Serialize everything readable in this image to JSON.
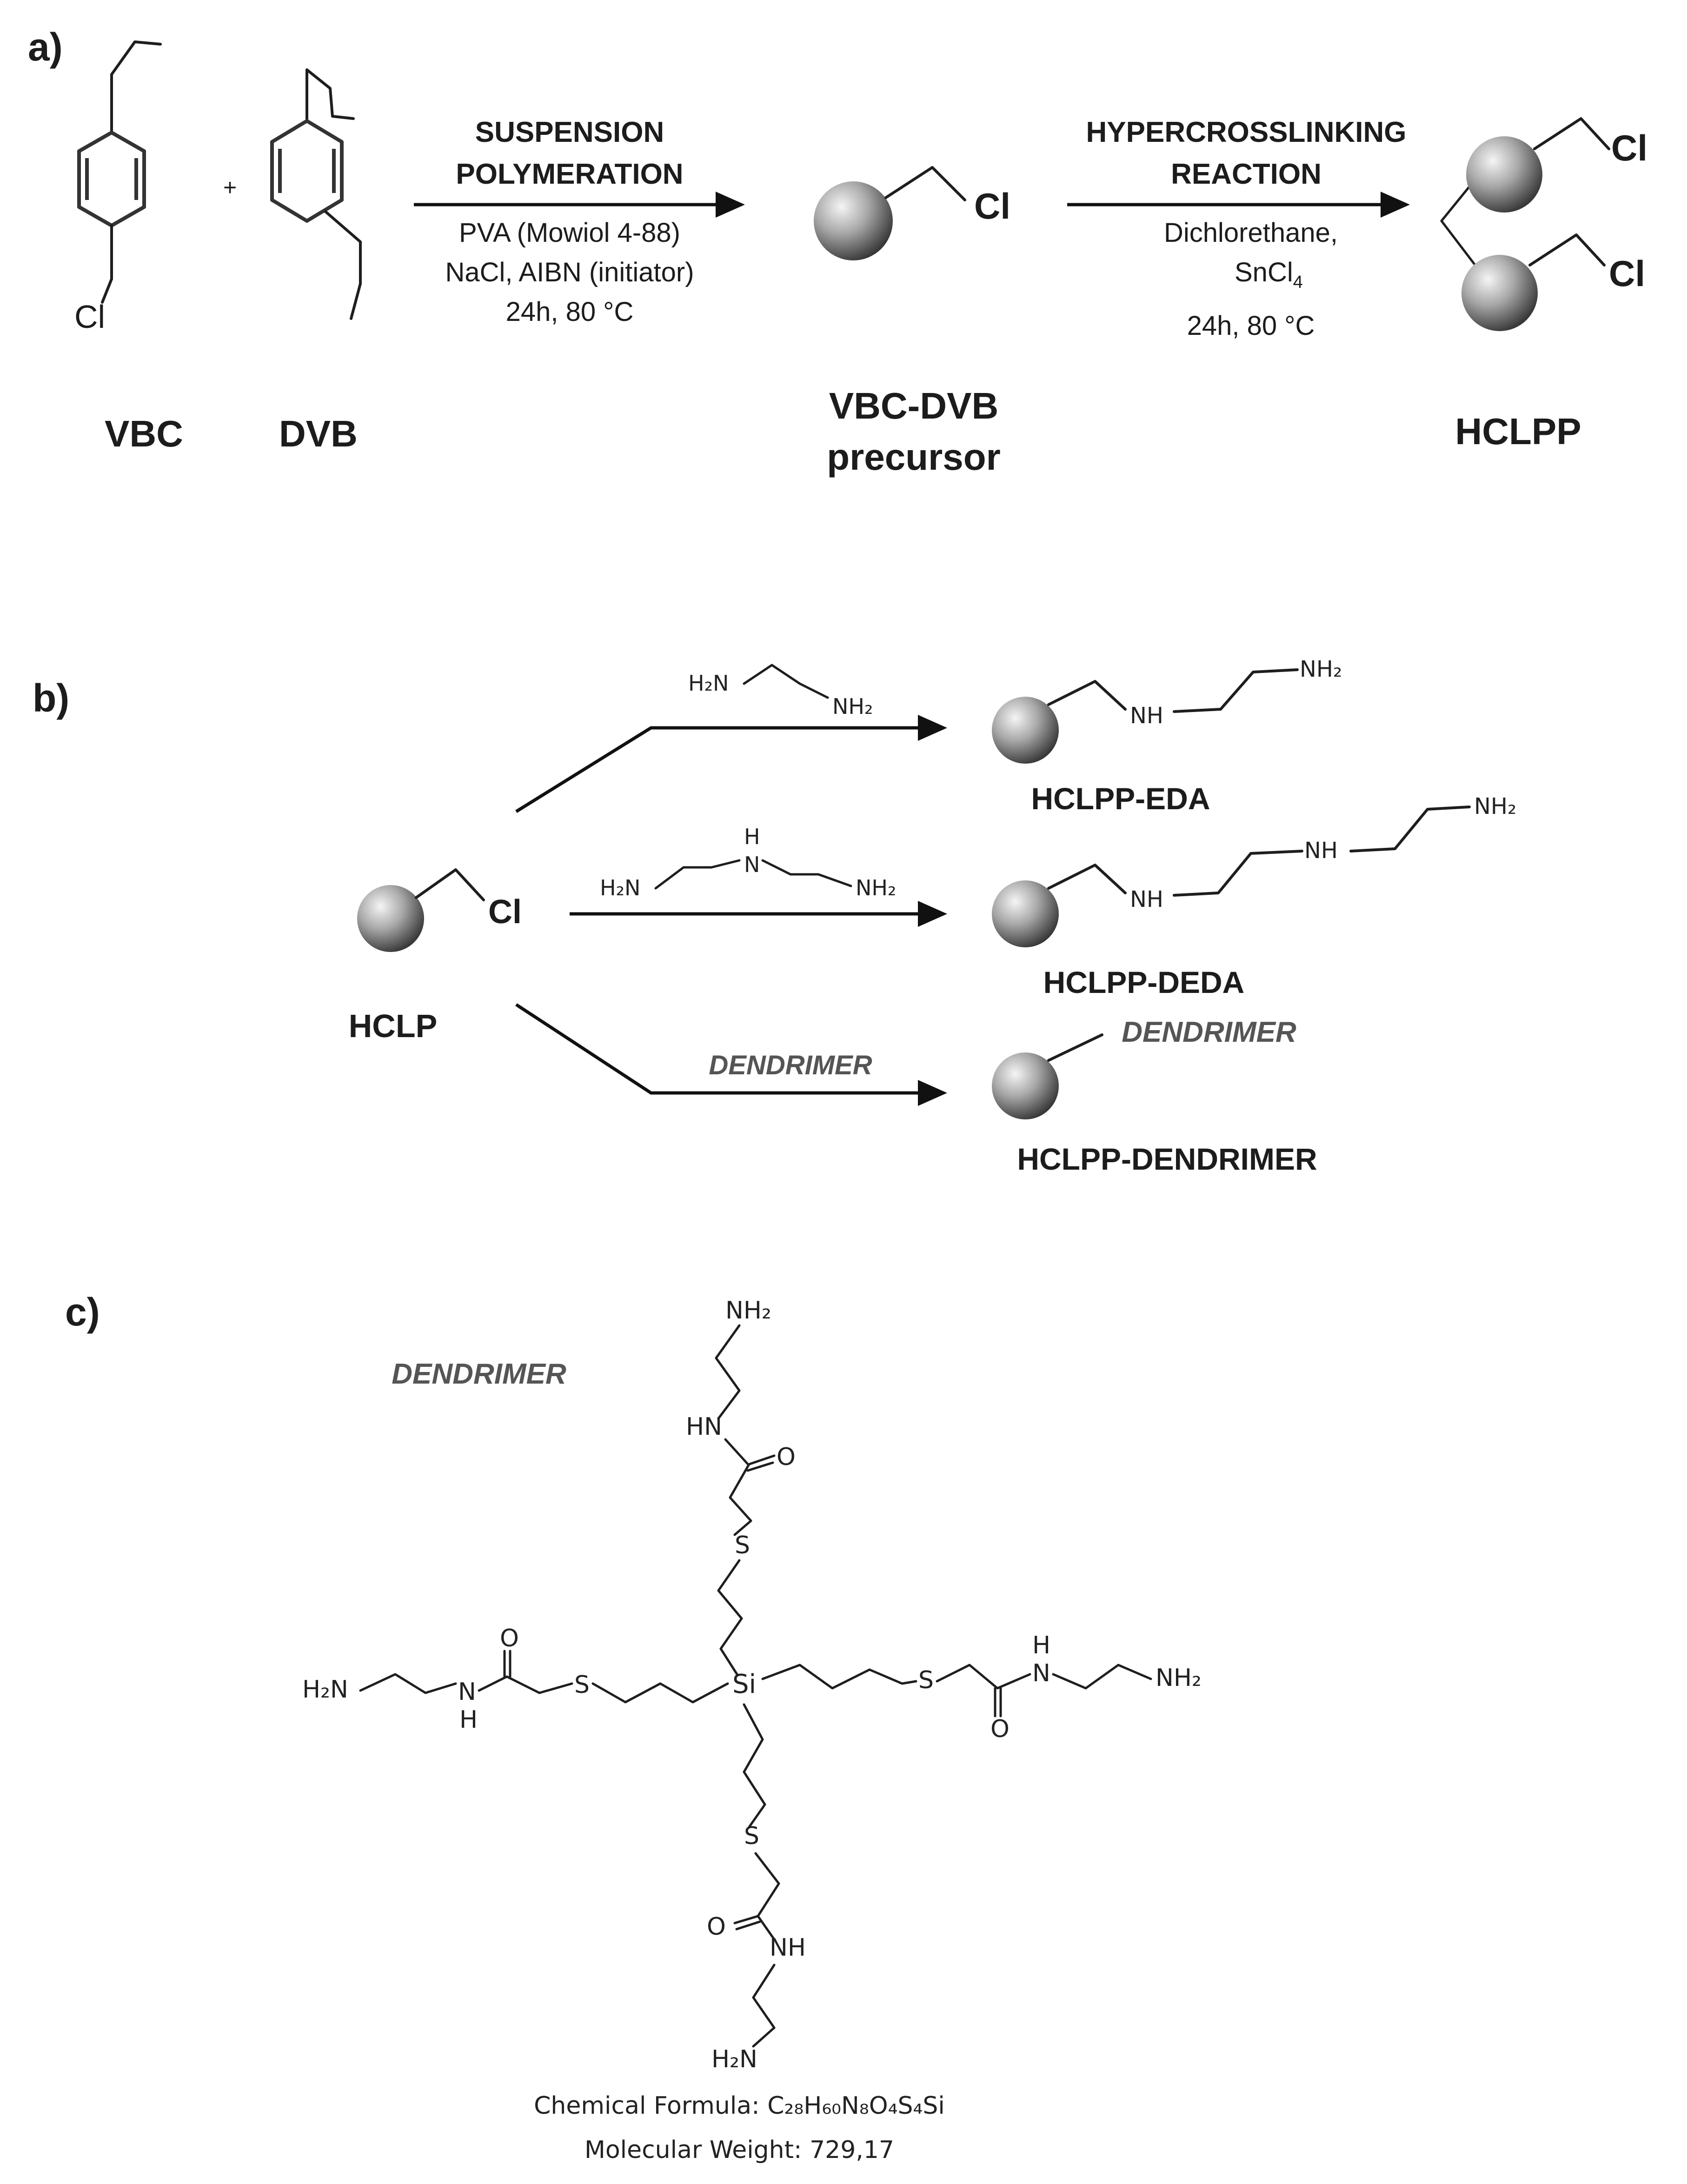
{
  "panel_labels": {
    "a": "a)",
    "b": "b)",
    "c": "c)"
  },
  "panel_a": {
    "vbc_cl": "Cl",
    "plus": "+",
    "vbc_label": "VBC",
    "dvb_label": "DVB",
    "step1_title_1": "SUSPENSION",
    "step1_title_2": "POLYMERATION",
    "step1_cond_1": "PVA (Mowiol 4-88)",
    "step1_cond_2": "NaCl, AIBN (initiator)",
    "step1_cond_3": "24h, 80 °C",
    "precursor_cl": "Cl",
    "precursor_label_1": "VBC-DVB",
    "precursor_label_2": "precursor",
    "step2_title_1": "HYPERCROSSLINKING",
    "step2_title_2": "REACTION",
    "step2_cond_1": "Dichlorethane,",
    "step2_cond_2_main": "SnCl",
    "step2_cond_2_sub": "4",
    "step2_cond_3": "24h, 80 °C",
    "hclpp_cl_top": "Cl",
    "hclpp_cl_bottom": "Cl",
    "hclpp_label": "HCLPP"
  },
  "panel_b": {
    "start_cl": "Cl",
    "start_label": "HCLP",
    "eda_reagent_h2n": "H₂N",
    "eda_reagent_nh2": "NH₂",
    "eda_product_nh": "NH",
    "eda_product_nh2": "NH₂",
    "eda_label": "HCLPP-EDA",
    "deda_reagent_h": "H",
    "deda_reagent_n": "N",
    "deda_reagent_h2n": "H₂N",
    "deda_reagent_nh2": "NH₂",
    "deda_product_nh1": "NH",
    "deda_product_nh2": "NH",
    "deda_product_nh2_end": "NH₂",
    "deda_label": "HCLPP-DEDA",
    "dendrimer_reagent": "DENDRIMER",
    "dendrimer_product": "DENDRIMER",
    "dendrimer_label": "HCLPP-DENDRIMER"
  },
  "panel_c": {
    "title": "DENDRIMER",
    "si": "Si",
    "s": "S",
    "o": "O",
    "h": "H",
    "n": "N",
    "hn": "HN",
    "nh": "NH",
    "nh2": "NH₂",
    "h2n": "H₂N",
    "formula_prefix": "Chemical Formula: ",
    "formula": "C₂₈H₆₀N₈O₄S₄Si",
    "mw": "Molecular Weight: 729,17"
  },
  "colors": {
    "bead_light": "#f5f5f5",
    "bead_mid": "#9a9a9a",
    "bead_dark": "#3a3a3a",
    "dendrimer_text": "#555555"
  }
}
